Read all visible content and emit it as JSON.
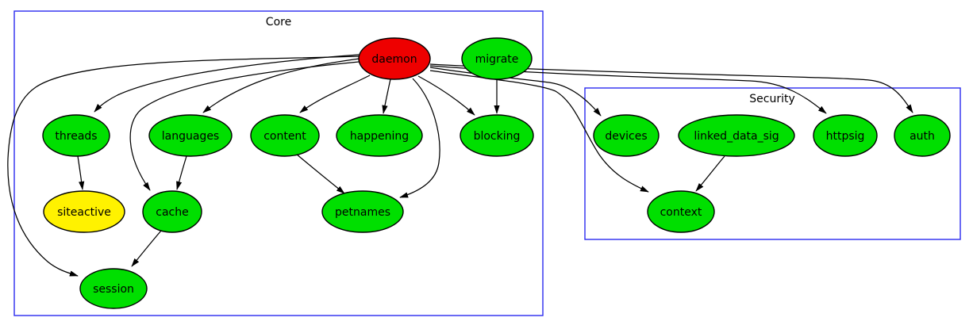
{
  "graph": {
    "type": "dependency-graph",
    "clusters": [
      {
        "id": "core",
        "label": "Core"
      },
      {
        "id": "security",
        "label": "Security"
      }
    ],
    "colors": {
      "cluster_border": "#2a2af0",
      "node_green": "#00df00",
      "node_red": "#ee0000",
      "node_yellow": "#fff200",
      "edge": "#000000",
      "text": "#000000",
      "background": "#ffffff"
    },
    "nodes": [
      {
        "id": "daemon",
        "label": "daemon",
        "color": "#ee0000",
        "cluster": "Core"
      },
      {
        "id": "migrate",
        "label": "migrate",
        "color": "#00df00",
        "cluster": "Core"
      },
      {
        "id": "threads",
        "label": "threads",
        "color": "#00df00",
        "cluster": "Core"
      },
      {
        "id": "languages",
        "label": "languages",
        "color": "#00df00",
        "cluster": "Core"
      },
      {
        "id": "content",
        "label": "content",
        "color": "#00df00",
        "cluster": "Core"
      },
      {
        "id": "happening",
        "label": "happening",
        "color": "#00df00",
        "cluster": "Core"
      },
      {
        "id": "blocking",
        "label": "blocking",
        "color": "#00df00",
        "cluster": "Core"
      },
      {
        "id": "devices",
        "label": "devices",
        "color": "#00df00",
        "cluster": "Security"
      },
      {
        "id": "linked_data_sig",
        "label": "linked_data_sig",
        "color": "#00df00",
        "cluster": "Security"
      },
      {
        "id": "httpsig",
        "label": "httpsig",
        "color": "#00df00",
        "cluster": "Security"
      },
      {
        "id": "auth",
        "label": "auth",
        "color": "#00df00",
        "cluster": "Security"
      },
      {
        "id": "siteactive",
        "label": "siteactive",
        "color": "#fff200",
        "cluster": "Core"
      },
      {
        "id": "cache",
        "label": "cache",
        "color": "#00df00",
        "cluster": "Core"
      },
      {
        "id": "petnames",
        "label": "petnames",
        "color": "#00df00",
        "cluster": "Core"
      },
      {
        "id": "context",
        "label": "context",
        "color": "#00df00",
        "cluster": "Security"
      },
      {
        "id": "session",
        "label": "session",
        "color": "#00df00",
        "cluster": "Core"
      }
    ],
    "edges": [
      {
        "from": "daemon",
        "to": "threads"
      },
      {
        "from": "daemon",
        "to": "languages"
      },
      {
        "from": "daemon",
        "to": "content"
      },
      {
        "from": "daemon",
        "to": "happening"
      },
      {
        "from": "daemon",
        "to": "blocking"
      },
      {
        "from": "daemon",
        "to": "petnames"
      },
      {
        "from": "daemon",
        "to": "cache"
      },
      {
        "from": "daemon",
        "to": "session"
      },
      {
        "from": "daemon",
        "to": "devices"
      },
      {
        "from": "daemon",
        "to": "context"
      },
      {
        "from": "daemon",
        "to": "httpsig"
      },
      {
        "from": "daemon",
        "to": "auth"
      },
      {
        "from": "migrate",
        "to": "blocking"
      },
      {
        "from": "threads",
        "to": "siteactive"
      },
      {
        "from": "languages",
        "to": "cache"
      },
      {
        "from": "content",
        "to": "petnames"
      },
      {
        "from": "cache",
        "to": "session"
      },
      {
        "from": "linked_data_sig",
        "to": "context"
      }
    ]
  }
}
